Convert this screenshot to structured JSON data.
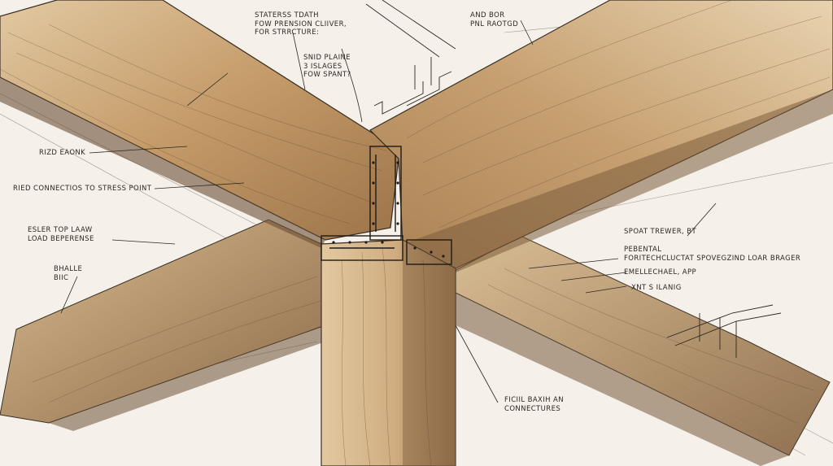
{
  "annotations": {
    "top_center": [
      "STATERSS TDATH",
      "FOW PRENSION CLIIVER,",
      "FOR STRRCTURE:"
    ],
    "mid_top": [
      "SNID PLAINE",
      "3 ISLAGES",
      "FOW SPANT?"
    ],
    "top_right": [
      "AND BOR",
      "PNL RAOTGD"
    ],
    "left_1": "RIZD EAONK",
    "left_2": "RIED CONNECTIOS TO STRESS POINT",
    "left_3": [
      "ESLER TOP LAAW",
      "LOAD BEPERENSE"
    ],
    "left_4": [
      "BHALLE",
      "BIIC"
    ],
    "right_1": "SPOAT TREWER, BT",
    "right_2": [
      "PEBENTAL",
      "FORITECHCLUCTAT SPOVEGZIND LOAR BRAGER"
    ],
    "right_3": "EMELLECHAEL, APP",
    "right_4": "XNT S ILANIG",
    "bottom_center": [
      "FICIIL BAXIH AN",
      "CONNECTURES"
    ]
  },
  "colors": {
    "paper": "#f5f1ea",
    "wood_light": "#dcc29a",
    "wood_mid": "#b98d5c",
    "wood_dark": "#7f5f3d",
    "ink": "#2d2720"
  }
}
